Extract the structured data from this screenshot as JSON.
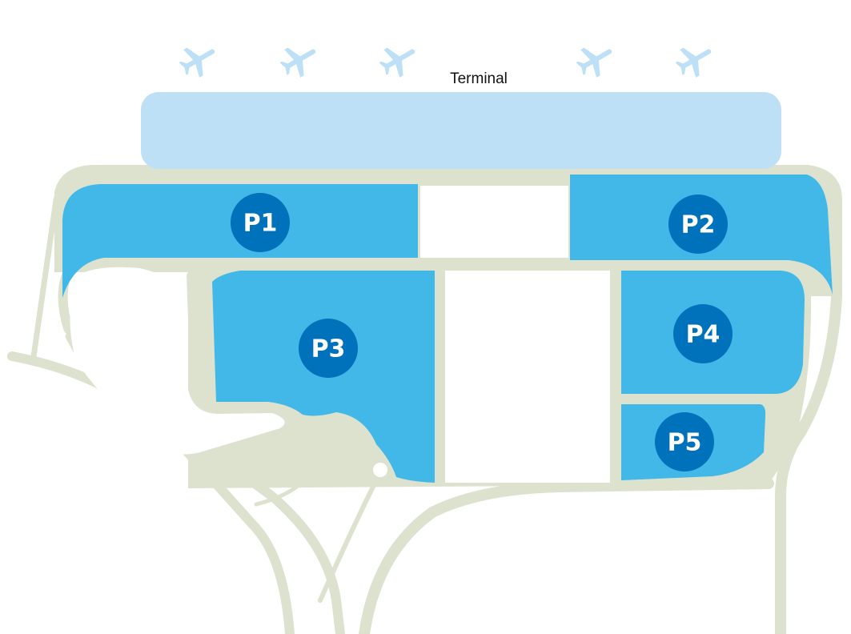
{
  "terminal": {
    "label": "Terminal"
  },
  "planes": [
    "airplane-icon",
    "airplane-icon",
    "airplane-icon",
    "airplane-icon",
    "airplane-icon"
  ],
  "lots": [
    {
      "id": "p1",
      "label": "P1"
    },
    {
      "id": "p2",
      "label": "P2"
    },
    {
      "id": "p3",
      "label": "P3"
    },
    {
      "id": "p4",
      "label": "P4"
    },
    {
      "id": "p5",
      "label": "P5"
    }
  ],
  "colors": {
    "terminal": "#bde0f6",
    "lot": "#41b8e7",
    "badge": "#0071bb",
    "road": "#dde2cf"
  }
}
